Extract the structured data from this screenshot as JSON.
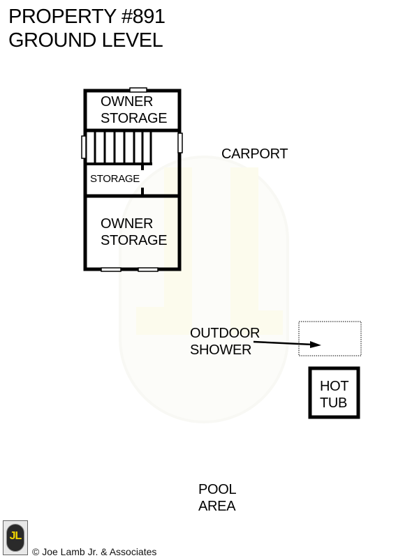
{
  "header": {
    "title_line1": "PROPERTY #891",
    "title_line2": "GROUND LEVEL"
  },
  "rooms": {
    "owner_storage_top": [
      "OWNER",
      "STORAGE"
    ],
    "storage_small": "STORAGE",
    "owner_storage_bottom": [
      "OWNER",
      "STORAGE"
    ],
    "hot_tub": [
      "HOT",
      "TUB"
    ]
  },
  "areas": {
    "carport": "CARPORT",
    "outdoor_shower": [
      "OUTDOOR",
      "SHOWER"
    ],
    "pool_area": [
      "POOL",
      "AREA"
    ]
  },
  "watermark": {
    "text": "JL",
    "color": "#f5f0c8"
  },
  "footer": {
    "logo_text": "JL",
    "copyright": "© Joe Lamb Jr. & Associates",
    "logo_bg": "#2a2a2a",
    "logo_accent": "#f2d600"
  }
}
